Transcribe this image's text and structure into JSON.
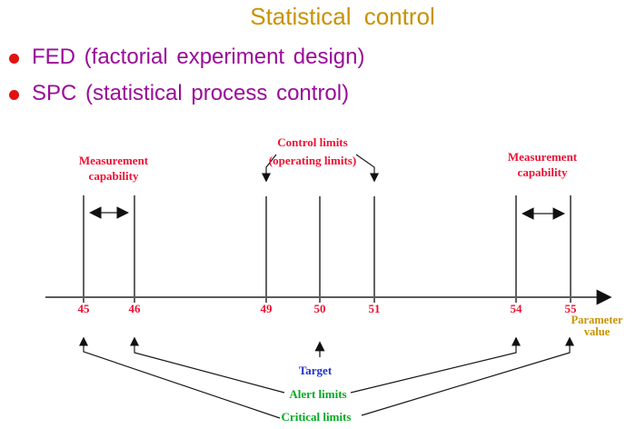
{
  "slide": {
    "title": "Statistical control",
    "bullets": [
      {
        "label": "FED (factorial experiment design)"
      },
      {
        "label": "SPC (statistical process control)"
      }
    ]
  },
  "diagram": {
    "labels": {
      "measurement_capability_left": {
        "line1": "Measurement",
        "line2": "capability"
      },
      "control_limits": {
        "line1": "Control limits",
        "line2": "(operating limits)"
      },
      "measurement_capability_right": {
        "line1": "Measurement",
        "line2": "capability"
      },
      "target": "Target",
      "alert_limits": "Alert limits",
      "critical_limits": "Critical limits",
      "parameter_value": {
        "line1": "Parameter",
        "line2": "value"
      }
    },
    "ticks": [
      "45",
      "46",
      "49",
      "50",
      "51",
      "54",
      "55"
    ],
    "values": {
      "target": 50,
      "control_limits": [
        49,
        51
      ],
      "alert_limits": [
        46,
        54
      ],
      "critical_limits": [
        45,
        55
      ],
      "measurement_capability_ranges": [
        [
          45,
          46
        ],
        [
          54,
          55
        ]
      ],
      "axis_label": "Parameter value"
    },
    "colors": {
      "title_gold": "#C99201",
      "label_red": "#EE1133",
      "bullet_purple": "#990D99",
      "bullet_dot_red": "#E11212",
      "limits_green": "#00AA22",
      "target_blue": "#2233CC",
      "line_dark": "#2E2E2E",
      "axis_gray": "#5A5A5A"
    }
  }
}
